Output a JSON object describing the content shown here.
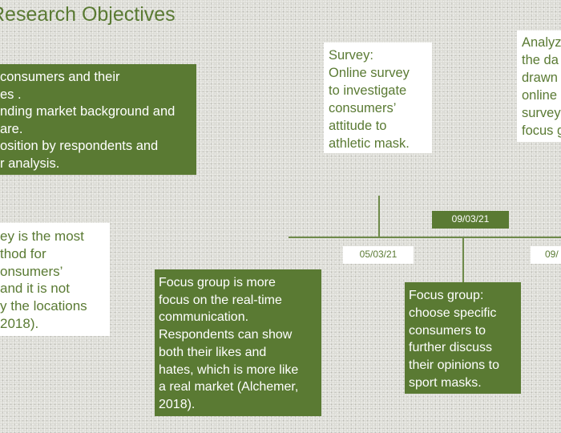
{
  "title": "Research Objectives",
  "objectives_box": {
    "lines": [
      "consumers and their",
      "es .",
      "nding market background and",
      "are.",
      "osition by respondents and",
      "r analysis."
    ]
  },
  "survey_note": {
    "lines": [
      "ey is the most",
      "thod for",
      "onsumers’",
      "and it is not",
      "y the locations",
      "2018)."
    ]
  },
  "focus_group_note": {
    "lines": [
      "Focus group is more",
      "focus on the real-time",
      "communication.",
      "Respondents can show",
      "both their likes and",
      "hates, which is more like",
      "a real market (Alchemer,",
      "2018)."
    ]
  },
  "survey_card": {
    "lines": [
      "Survey:",
      "Online survey",
      "to investigate",
      "consumers’",
      "attitude to",
      "athletic mask."
    ]
  },
  "analyze_card": {
    "lines": [
      "Analyz",
      "the da",
      "drawn",
      "online",
      "survey",
      "focus g"
    ]
  },
  "focus_group_card": {
    "lines": [
      "Focus group:",
      "choose specific",
      "consumers to",
      "further discuss",
      "their opinions to",
      "sport masks."
    ]
  },
  "timeline": {
    "dates": [
      "09/03/21",
      "05/03/21",
      "09/"
    ]
  },
  "colors": {
    "accent_green": "#5a7a33",
    "white": "#ffffff"
  }
}
